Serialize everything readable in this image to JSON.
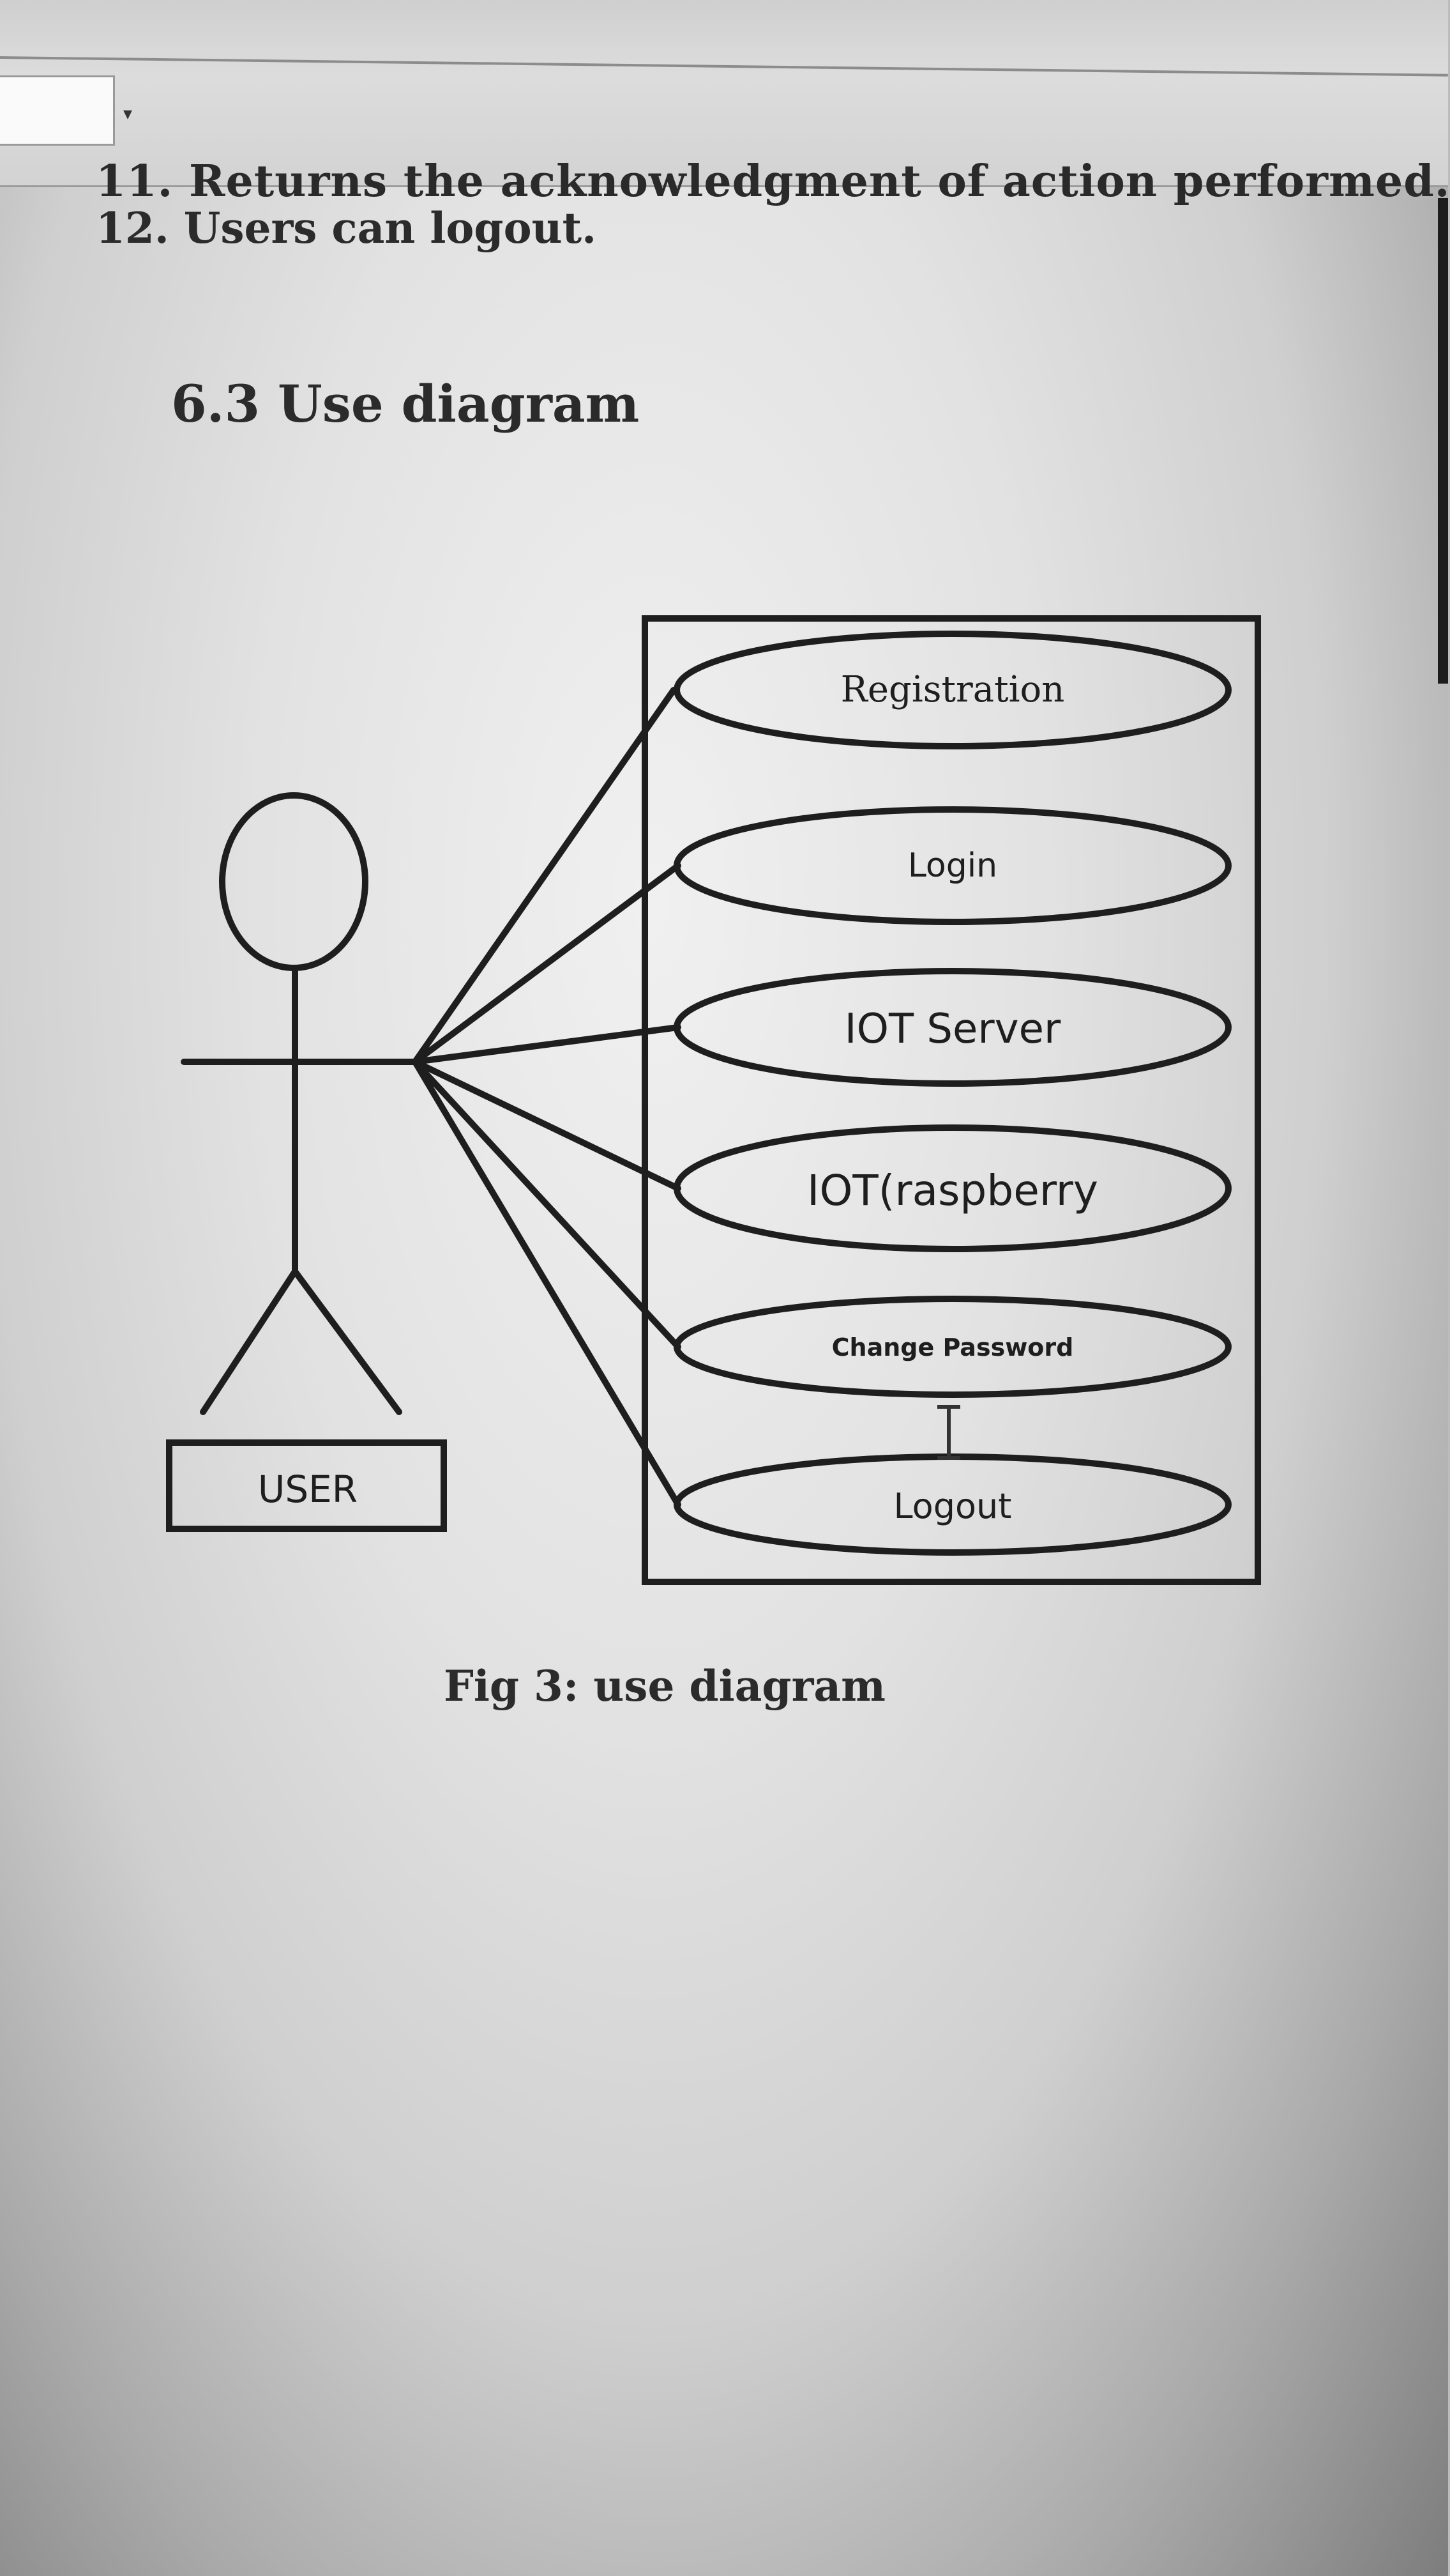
{
  "document": {
    "cut_off_line": "11. Returns the acknowledgment of action performed.",
    "list_item": "12. Users can logout.",
    "section_heading": "6.3 Use diagram",
    "figure_caption": "Fig 3: use diagram"
  },
  "diagram": {
    "actor": {
      "label": "USER"
    },
    "use_cases": [
      {
        "label": "Registration"
      },
      {
        "label": "Login"
      },
      {
        "label": "IOT Server"
      },
      {
        "label": "IOT(raspberry"
      },
      {
        "label": "Change Password"
      },
      {
        "label": "Logout"
      }
    ]
  },
  "colors": {
    "ink": "#1e1e1e",
    "text": "#2b2b2b"
  }
}
